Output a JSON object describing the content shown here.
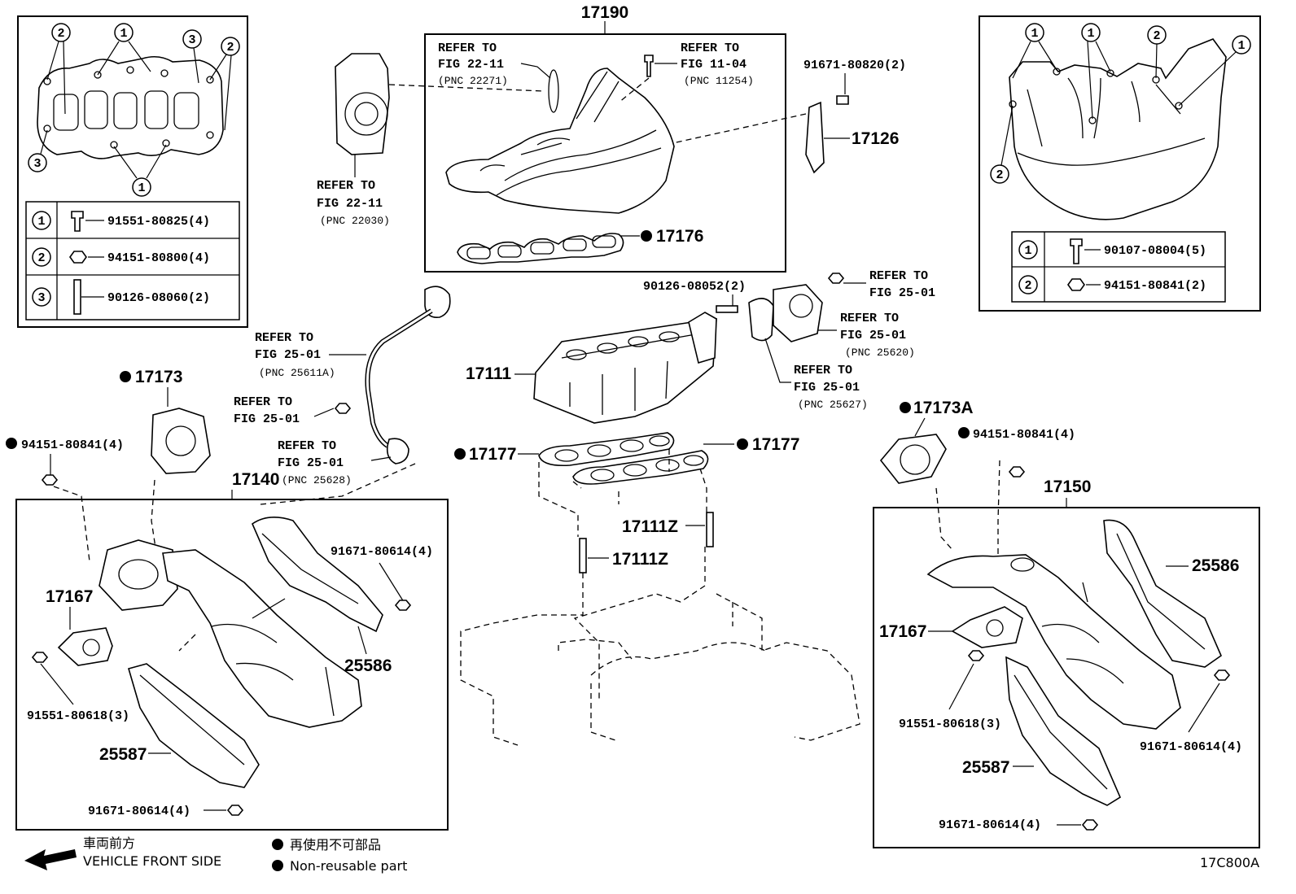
{
  "labels": {
    "group_intake_manifold": "17190",
    "refer_throttle_body": [
      "REFER TO",
      "FIG 22-11",
      "(PNC 22030)"
    ],
    "refer_fig_22_11_pnc_22271": [
      "REFER TO",
      "FIG 22-11",
      "(PNC 22271)"
    ],
    "refer_fig_11_04": [
      "REFER TO",
      "FIG 11-04",
      "(PNC 11254)"
    ],
    "bolt_91671_80820": "91671-80820(2)",
    "bracket_17126": "17126",
    "gasket_17176": "17176",
    "stud_90126_08052": "90126-08052(2)",
    "refer_fig_25_01_nut": [
      "REFER TO",
      "FIG 25-01"
    ],
    "refer_fig_25_01_pnc_25620": [
      "REFER TO",
      "FIG 25-01",
      "(PNC 25620)"
    ],
    "refer_fig_25_01_pnc_25627": [
      "REFER TO",
      "FIG 25-01",
      "(PNC 25627)"
    ],
    "manifold_17111": "17111",
    "refer_fig_25_01_pnc_25611a": [
      "REFER TO",
      "FIG 25-01",
      "(PNC 25611A)"
    ],
    "refer_fig_25_01_bolt": [
      "REFER TO",
      "FIG 25-01"
    ],
    "refer_fig_25_01_pnc_25628": [
      "REFER TO",
      "FIG 25-01",
      "(PNC 25628)"
    ],
    "gasket_17173": "17173",
    "nut_94151_80841_left": "94151-80841(4)",
    "group_17140": "17140",
    "bolt_91671_80614_upper_left": "91671-80614(4)",
    "sensor_17167_left": "17167",
    "insulator_25586_left": "25586",
    "bolt_91551_80618_left": "91551-80618(3)",
    "insulator_25587_left": "25587",
    "bolt_91671_80614_bottom_left": "91671-80614(4)",
    "gasket_17177_left": "17177",
    "gasket_17177_right": "17177",
    "stud_17111z_a": "17111Z",
    "stud_17111z_b": "17111Z",
    "gasket_17173a": "17173A",
    "nut_94151_80841_right": "94151-80841(4)",
    "group_17150": "17150",
    "insulator_25586_right": "25586",
    "sensor_17167_right": "17167",
    "bolt_91551_80618_right": "91551-80618(3)",
    "bolt_91671_80614_right": "91671-80614(4)",
    "insulator_25587_right": "25587",
    "bolt_91671_80614_bottom_right": "91671-80614(4)"
  },
  "inset_left": {
    "callouts": [
      "1",
      "2",
      "3"
    ],
    "table": [
      {
        "num": "1",
        "part": "91551-80825(4)"
      },
      {
        "num": "2",
        "part": "94151-80800(4)"
      },
      {
        "num": "3",
        "part": "90126-08060(2)"
      }
    ]
  },
  "inset_right": {
    "callouts": [
      "1",
      "2"
    ],
    "table": [
      {
        "num": "1",
        "part": "90107-08004(5)"
      },
      {
        "num": "2",
        "part": "94151-80841(2)"
      }
    ]
  },
  "legend": {
    "direction_jp": "車両前方",
    "direction_en": "VEHICLE FRONT SIDE",
    "nonreusable_jp": "再使用不可部品",
    "nonreusable_en": "Non-reusable part"
  },
  "figure_code": "17C800A"
}
